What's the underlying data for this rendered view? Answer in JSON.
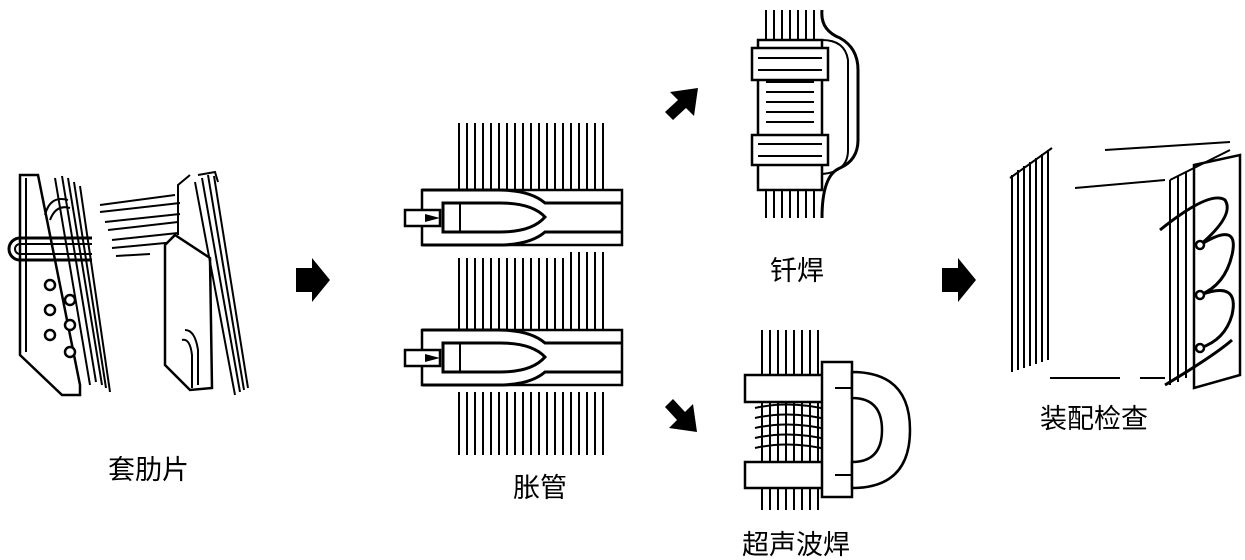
{
  "steps": {
    "fin_threading": "套肋片",
    "tube_expansion": "胀管",
    "brazing": "钎焊",
    "ultrasonic_welding": "超声波焊",
    "assembly_inspection": "装配检查"
  }
}
